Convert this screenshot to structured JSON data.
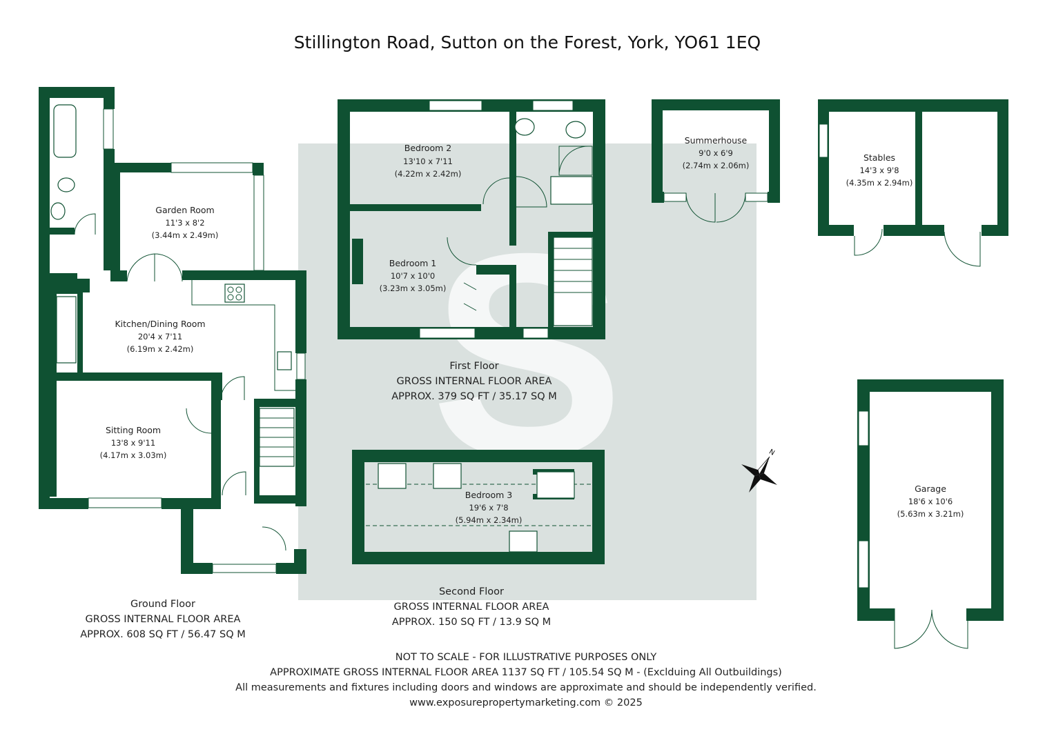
{
  "title": "Stillington Road, Sutton on the Forest, York, YO61 1EQ",
  "rooms": {
    "bedroom2": {
      "name": "Bedroom 2",
      "imperial": "13'10 x 7'11",
      "metric": "(4.22m x 2.42m)"
    },
    "bedroom1": {
      "name": "Bedroom 1",
      "imperial": "10'7 x 10'0",
      "metric": "(3.23m x 3.05m)"
    },
    "summerhouse": {
      "name": "Summerhouse",
      "imperial": "9'0 x 6'9",
      "metric": "(2.74m x 2.06m)"
    },
    "stables": {
      "name": "Stables",
      "imperial": "14'3 x 9'8",
      "metric": "(4.35m x 2.94m)"
    },
    "garden_room": {
      "name": "Garden Room",
      "imperial": "11'3 x 8'2",
      "metric": "(3.44m x 2.49m)"
    },
    "kitchen": {
      "name": "Kitchen/Dining Room",
      "imperial": "20'4 x 7'11",
      "metric": "(6.19m x 2.42m)"
    },
    "sitting_room": {
      "name": "Sitting Room",
      "imperial": "13'8 x 9'11",
      "metric": "(4.17m x 3.03m)"
    },
    "bedroom3": {
      "name": "Bedroom 3",
      "imperial": "19'6 x 7'8",
      "metric": "(5.94m x 2.34m)"
    },
    "garage": {
      "name": "Garage",
      "imperial": "18'6 x 10'6",
      "metric": "(5.63m x 3.21m)"
    }
  },
  "floors": {
    "first": {
      "name": "First Floor",
      "label": "GROSS INTERNAL FLOOR AREA",
      "area": "APPROX. 379 SQ FT / 35.17 SQ M"
    },
    "ground": {
      "name": "Ground Floor",
      "label": "GROSS INTERNAL FLOOR AREA",
      "area": "APPROX. 608 SQ FT / 56.47 SQ M"
    },
    "second": {
      "name": "Second Floor",
      "label": "GROSS INTERNAL FLOOR AREA",
      "area": "APPROX. 150 SQ FT / 13.9 SQ M"
    }
  },
  "footer": {
    "line1": "NOT TO SCALE - FOR ILLUSTRATIVE PURPOSES ONLY",
    "line2": "APPROXIMATE GROSS INTERNAL FLOOR AREA 1137 SQ FT / 105.54 SQ M - (Exclduing All Outbuildings)",
    "line3": "All measurements and fixtures including doors and windows are approximate and should be independently verified.",
    "line4": "www.exposurepropertymarketing.com © 2025"
  },
  "icons": {
    "compass": "compass-icon",
    "watermark": "logo-watermark-s"
  },
  "colors": {
    "wall": "#0f5132",
    "watermark": "#c9d3d0"
  }
}
